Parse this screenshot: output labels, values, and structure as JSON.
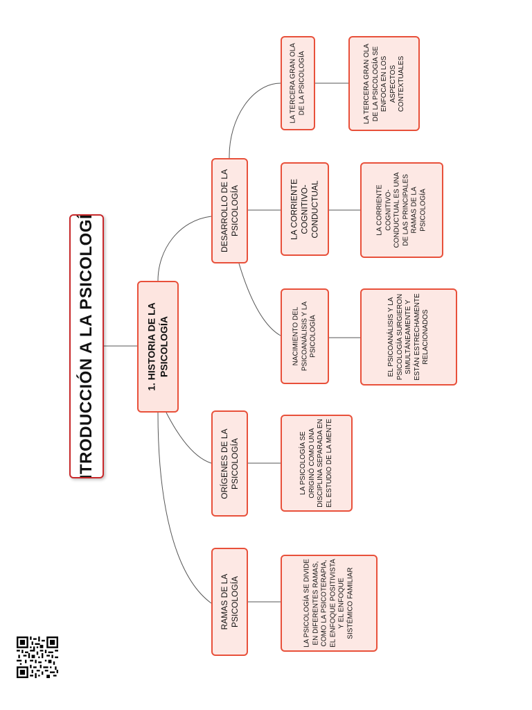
{
  "title": "INTRODUCCIÓN A LA PSICOLOGÍA",
  "section": "1. HISTORIA DE LA PSICOLOGÍA",
  "topics": {
    "desarrollo": "DESARROLLO DE LA PSICOLOGÍA",
    "origenes": "ORÍGENES DE LA PSICOLOGÍA",
    "ramas": "RAMAS DE LA PSICOLOGÍA",
    "tercera_ola": "LA TERCERA GRAN OLA DE LA PSICOLOGÍA",
    "cognitivo": "LA CORRIENTE COGNITIVO-CONDUCTUAL",
    "psicoanalisis": "NACIMIENTO DEL PSICOANÁLISIS Y LA PSICOLOGÍA"
  },
  "details": {
    "tercera_ola": "LA TERCERA GRAN OLA DE LA PSICOLOGÍA SE ENFOCA EN LOS ASPECTOS CONTEXTUALES",
    "cognitivo": "LA CORRIENTE COGNITIVO-CONDUCTUAL ES UNA DE LAS PRINCIPALES RAMAS DE LA PSICOLOGÍA",
    "psicoanalisis": "EL PSICOANÁLISIS Y LA PSICOLOGÍA SURGIERON SIMULTÁNEAMENTE Y ESTÁN ESTRECHAMENTE RELACIONADOS",
    "origenes": "LA PSICOLOGÍA SE ORIGINÓ COMO UNA DISCIPLINA SEPARADA EN EL ESTUDIO DE LA MENTE",
    "ramas": "LA PSICOLOGÍA SE DIVIDE EN DIFERENTES RAMAS, COMO LA PSICOTERAPIA, EL ENFOQUE POSITIVISTA Y EL ENFOQUE SISTÉMICO FAMILIAR"
  },
  "colors": {
    "node_fill": "#fde8e4",
    "node_border": "#e8503a",
    "title_border": "#c8282a",
    "connector": "#555555"
  }
}
